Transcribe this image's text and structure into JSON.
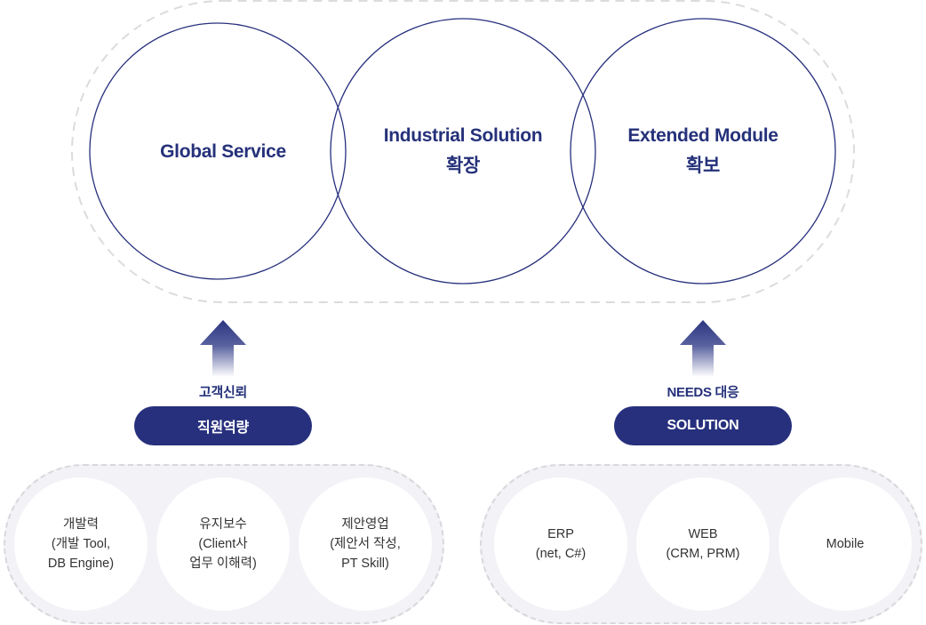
{
  "colors": {
    "navy": "#27307d",
    "text_navy": "#25317a",
    "dash_gray": "#d8d8dc",
    "capsule_fill": "#f2f2f7"
  },
  "top_circles": [
    {
      "line1": "Global Service",
      "line2": ""
    },
    {
      "line1": "Industrial Solution",
      "line2": "확장"
    },
    {
      "line1": "Extended Module",
      "line2": "확보"
    }
  ],
  "left_column": {
    "arrow_icon": "arrow-up-icon",
    "tag": "고객신뢰",
    "pill": "직원역량",
    "bubbles": [
      {
        "lines": [
          "개발력",
          "(개발 Tool,",
          "DB Engine)"
        ]
      },
      {
        "lines": [
          "유지보수",
          "(Client사",
          "업무 이해력)"
        ]
      },
      {
        "lines": [
          "제안영업",
          "(제안서 작성,",
          "PT Skill)"
        ]
      }
    ]
  },
  "right_column": {
    "arrow_icon": "arrow-up-icon",
    "tag": "NEEDS 대응",
    "pill": "SOLUTION",
    "bubbles": [
      {
        "lines": [
          "ERP",
          "(net, C#)"
        ]
      },
      {
        "lines": [
          "WEB",
          "(CRM, PRM)"
        ]
      },
      {
        "lines": [
          "Mobile"
        ]
      }
    ]
  }
}
